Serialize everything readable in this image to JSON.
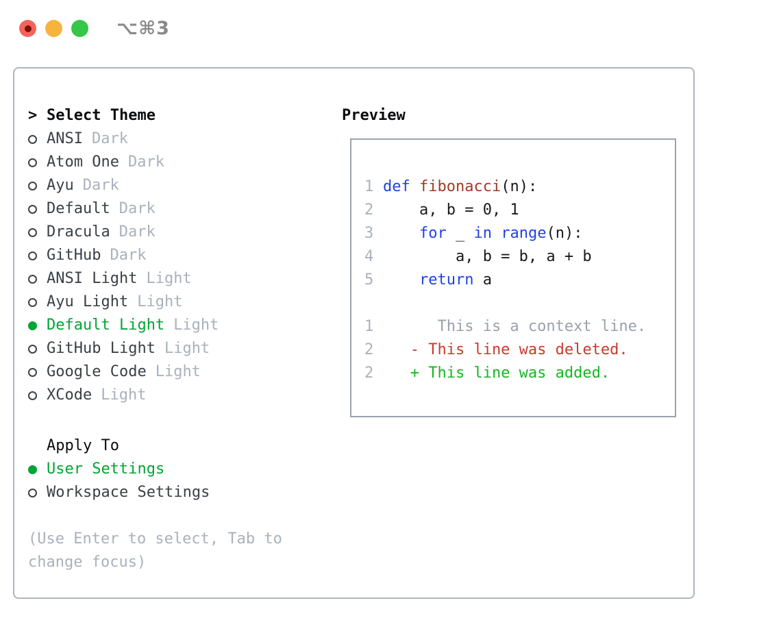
{
  "window": {
    "title": "⌥⌘3"
  },
  "titlebar_icons": [
    {
      "name": "close",
      "color": "#f4645c"
    },
    {
      "name": "minimize",
      "color": "#f6b43e"
    },
    {
      "name": "zoom",
      "color": "#34c748"
    }
  ],
  "theme_picker": {
    "prompt": ">",
    "header": "Select Theme",
    "items": [
      {
        "name": "ANSI",
        "variant": "Dark",
        "selected": false
      },
      {
        "name": "Atom One",
        "variant": "Dark",
        "selected": false
      },
      {
        "name": "Ayu",
        "variant": "Dark",
        "selected": false
      },
      {
        "name": "Default",
        "variant": "Dark",
        "selected": false
      },
      {
        "name": "Dracula",
        "variant": "Dark",
        "selected": false
      },
      {
        "name": "GitHub",
        "variant": "Dark",
        "selected": false
      },
      {
        "name": "ANSI Light",
        "variant": "Light",
        "selected": false
      },
      {
        "name": "Ayu Light",
        "variant": "Light",
        "selected": false
      },
      {
        "name": "Default Light",
        "variant": "Light",
        "selected": true
      },
      {
        "name": "GitHub Light",
        "variant": "Light",
        "selected": false
      },
      {
        "name": "Google Code",
        "variant": "Light",
        "selected": false
      },
      {
        "name": "XCode",
        "variant": "Light",
        "selected": false
      }
    ],
    "apply_to": {
      "header": "Apply To",
      "options": [
        {
          "label": "User Settings",
          "selected": true
        },
        {
          "label": "Workspace Settings",
          "selected": false
        }
      ]
    },
    "hint_lines": [
      "(Use Enter to select, Tab to",
      "change focus)"
    ]
  },
  "preview": {
    "header": "Preview",
    "lines": [
      {
        "num": "1",
        "segments": [
          {
            "style": "keyword",
            "text": "def"
          },
          {
            "style": "plain",
            "text": " "
          },
          {
            "style": "function",
            "text": "fibonacci"
          },
          {
            "style": "plain",
            "text": "(n):"
          }
        ]
      },
      {
        "num": "2",
        "segments": [
          {
            "style": "plain",
            "text": "    a, b = 0, 1"
          }
        ]
      },
      {
        "num": "3",
        "segments": [
          {
            "style": "plain",
            "text": "    "
          },
          {
            "style": "keyword",
            "text": "for"
          },
          {
            "style": "plain",
            "text": " _ "
          },
          {
            "style": "keyword",
            "text": "in"
          },
          {
            "style": "plain",
            "text": " "
          },
          {
            "style": "keyword",
            "text": "range"
          },
          {
            "style": "plain",
            "text": "(n):"
          }
        ]
      },
      {
        "num": "4",
        "segments": [
          {
            "style": "plain",
            "text": "        a, b = b, a + b"
          }
        ]
      },
      {
        "num": "5",
        "segments": [
          {
            "style": "plain",
            "text": "    "
          },
          {
            "style": "keyword",
            "text": "return"
          },
          {
            "style": "plain",
            "text": " a"
          }
        ]
      },
      {
        "num": "",
        "segments": []
      },
      {
        "num": "1",
        "segments": [
          {
            "style": "context",
            "text": "      This is a context line."
          }
        ]
      },
      {
        "num": "2",
        "segments": [
          {
            "style": "deleted",
            "text": "   - This line was deleted."
          }
        ]
      },
      {
        "num": "2",
        "segments": [
          {
            "style": "added",
            "text": "   + This line was added."
          }
        ]
      }
    ]
  },
  "colors": {
    "selected_green": "#00a534",
    "added_green": "#14b723",
    "deleted_red": "#c63b2b",
    "keyword_blue": "#2142e0",
    "function_red": "#a33a28",
    "context_gray": "#99a1ac",
    "muted_gray": "#a9b1bc",
    "text_dark": "#3a4046",
    "panel_border": "#aeb5bf",
    "preview_border": "#9aa2ae",
    "traffic_red": "#f4645c",
    "traffic_yellow": "#f6b43e",
    "traffic_green": "#34c748"
  }
}
